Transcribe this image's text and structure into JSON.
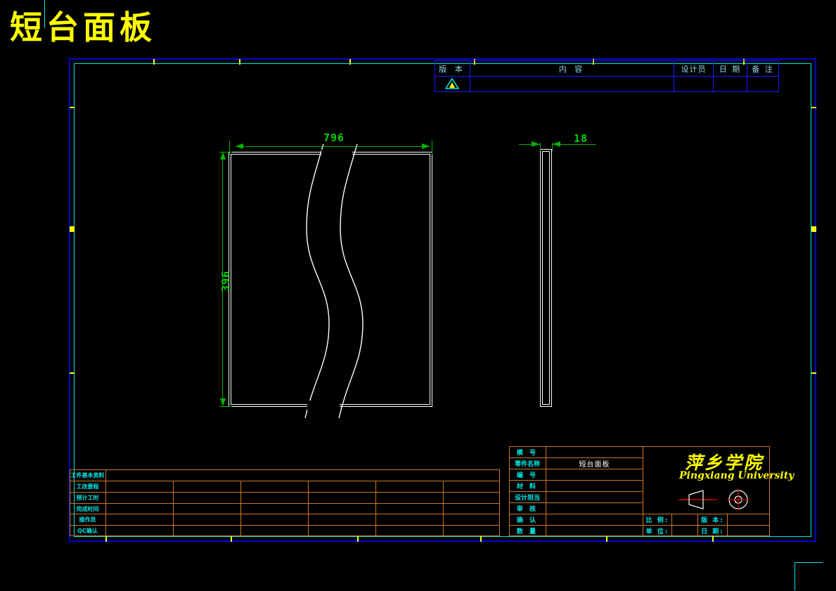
{
  "sheet": {
    "title": "短台面板",
    "border_outer_color": "#0000cd",
    "border_inner_color": "#00e5e5",
    "tick_color": "#ffff00",
    "background": "#000000"
  },
  "revision_table": {
    "headers": [
      "版 本",
      "内          容",
      "设计员",
      "日  期",
      "备  注"
    ],
    "rows": [
      {
        "version": "",
        "content": "",
        "designer": "",
        "date": "",
        "remark": "",
        "marker": "triangle"
      }
    ],
    "line_color": "#1a1aff",
    "text_color": "#8fd8e8"
  },
  "views": {
    "front": {
      "name": "front-view",
      "dimensions": {
        "width": {
          "value": "796",
          "color": "#00d000"
        },
        "height": {
          "value": "396",
          "color": "#00d000"
        }
      },
      "break_line": "double-s-curve"
    },
    "side": {
      "name": "side-view",
      "dimensions": {
        "thickness": {
          "value": "18",
          "color": "#00d000"
        }
      }
    }
  },
  "process_table": {
    "rows": [
      {
        "label": "工件基本资料",
        "span": "full"
      },
      {
        "label": "工改要程",
        "span": "cells"
      },
      {
        "label": "预计工时",
        "span": "cells"
      },
      {
        "label": "完成时间",
        "span": "cells"
      },
      {
        "label": "操作员",
        "span": "cells"
      },
      {
        "label": "QC确认",
        "span": "cells"
      }
    ],
    "line_color": "#cc7722",
    "text_color": "#00e5e5"
  },
  "title_block": {
    "fields": [
      {
        "label": "模     号",
        "value": ""
      },
      {
        "label": "零件名称",
        "value": "短台面板"
      },
      {
        "label": "编     号",
        "value": ""
      },
      {
        "label": "材     料",
        "value": ""
      },
      {
        "label": "设计担当",
        "value": ""
      },
      {
        "label": "审     核",
        "value": ""
      },
      {
        "label": "确     认",
        "value": ""
      },
      {
        "label": "数     量",
        "value": ""
      }
    ],
    "bottom_fields": [
      {
        "label": "比 例:",
        "value": ""
      },
      {
        "label": "版 本:",
        "value": ""
      },
      {
        "label": "单 位:",
        "value": ""
      },
      {
        "label": "日 期:",
        "value": ""
      }
    ],
    "logo": {
      "chinese": "萍乡学院",
      "english": "Pingxiang University",
      "color": "#ffff00"
    },
    "projection_symbol": "third-angle-projection",
    "line_color": "#cc7722",
    "label_color": "#00e5e5",
    "value_color": "#ffffff"
  }
}
